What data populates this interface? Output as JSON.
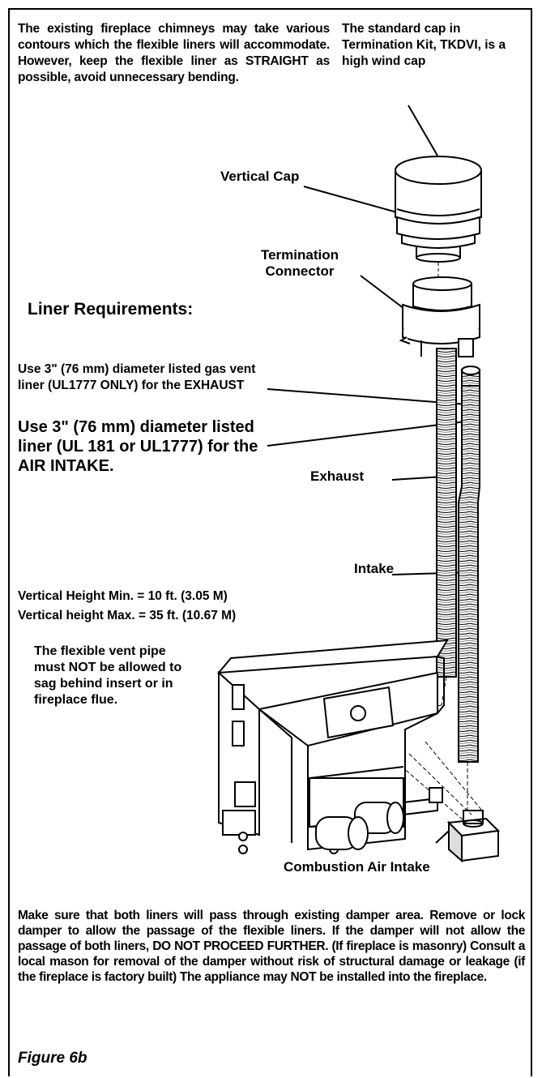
{
  "intro_note": "The existing fireplace chimneys may take various contours which the flexible liners will accommodate. However, keep the flexible liner as STRAIGHT as possible, avoid unnecessary bending.",
  "cap_note": "The standard cap in Termination Kit, TKDVI, is a high wind cap",
  "labels": {
    "vertical_cap": "Vertical Cap",
    "termination_connector": "Termination Connector",
    "exhaust": "Exhaust",
    "intake": "Intake",
    "combustion_air_intake": "Combustion Air Intake"
  },
  "liner_requirements": {
    "heading": "Liner Requirements:",
    "exhaust_req": "Use 3\" (76 mm) diameter listed gas vent liner (UL1777 ONLY) for the EXHAUST",
    "intake_req": "Use 3\" (76 mm) diameter listed liner (UL 181 or UL1777) for the AIR INTAKE."
  },
  "vertical_height": {
    "min": "Vertical Height Min. = 10 ft. (3.05 M)",
    "max": "Vertical height Max. = 35 ft. (10.67 M)"
  },
  "sag_note": "The flexible vent pipe must NOT be allowed to sag behind insert or in fireplace flue.",
  "damper_note": "Make sure that both liners will pass through existing damper area. Remove or lock damper to allow the passage of the flexible liners. If the damper will not allow the passage of both liners, DO NOT PROCEED FURTHER. (If fireplace is masonry) Consult a local mason for removal of the damper without risk of structural damage or leakage (if the fireplace is factory built) The appliance may NOT be installed into the fireplace.",
  "figure_caption": "Figure 6b",
  "colors": {
    "ink": "#000000",
    "paper": "#ffffff"
  }
}
